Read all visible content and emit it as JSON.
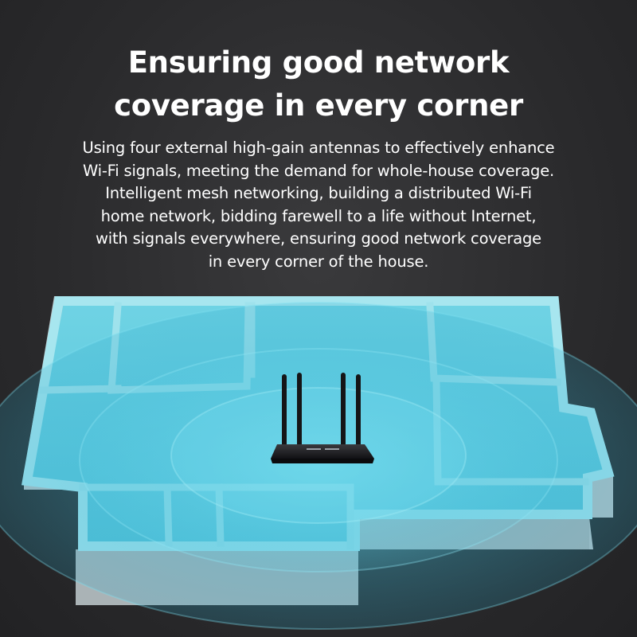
{
  "headline": {
    "line1": "Ensuring good network",
    "line2": "coverage in every corner"
  },
  "body": {
    "lines": [
      "Using four external high-gain antennas to effectively enhance",
      "Wi-Fi signals, meeting the demand for whole-house coverage.",
      "Intelligent mesh networking, building a distributed Wi-Fi",
      "home network, bidding farewell to a life without Internet,",
      "with signals everywhere, ensuring good network coverage",
      "in every corner of the house."
    ]
  },
  "colors": {
    "background": "#2b2b2d",
    "wall_top": "#8fd9e6",
    "wall_side": "#b9c3c6",
    "floor": "#5ec9dd",
    "signal": "#3fb8d6",
    "router": "#1a1a1c"
  },
  "icons": [
    "router-icon",
    "antenna-icon"
  ]
}
